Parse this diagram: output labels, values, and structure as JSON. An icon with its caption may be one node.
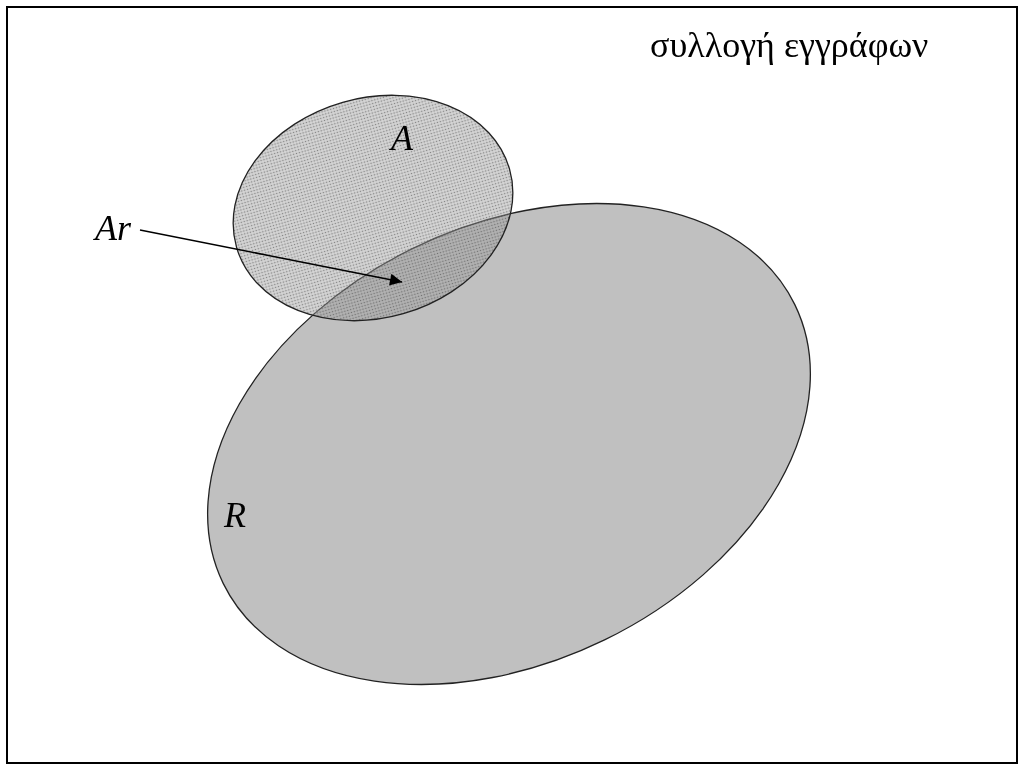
{
  "diagram": {
    "nodes": [
      {
        "text": [
          "συλλογή εγγράφων"
        ]
      },
      {
        "text": [
          "A"
        ],
        "in": 0
      },
      {
        "text": [
          "R"
        ],
        "in": 0
      },
      {
        "text": [
          "Ar"
        ],
        "in": 0
      }
    ],
    "edges": [
      {
        "from": 3,
        "to": 1,
        "arrow": "to"
      }
    ]
  }
}
